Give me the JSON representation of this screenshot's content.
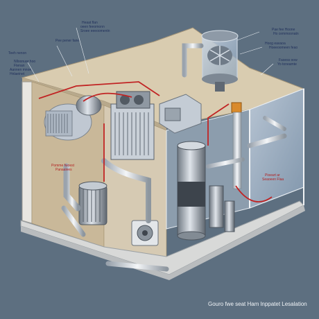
{
  "caption": "Gourο fwe seat Ham lnppatet Lesalation",
  "labels": {
    "top_center_1": "Heaat flan",
    "top_center_2": "oeen feeomonn",
    "top_center_3": "Sroee eeeoomentn",
    "top_center_4": "Pee pener fane",
    "left_1": "Teeh nenon",
    "left_2": "Nlloonuar hoo",
    "left_3": "Ftenan",
    "left_4": "Aannen mnoe",
    "left_5": "Hnlaeinet",
    "wall_1": "Pomme fwoest",
    "wall_2": "Panaalees",
    "right_1": "Pae fee Hoone",
    "right_2": "Ho cemmoonatn",
    "right_3": "Hoog eavaoa",
    "right_4": "Hoeeoomeen feao",
    "right_5": "Fasess oow",
    "right_6": "Yo toneamte",
    "right_bottom_1": "Pioeart ar",
    "right_bottom_2": "Seaoeen Flaa"
  }
}
